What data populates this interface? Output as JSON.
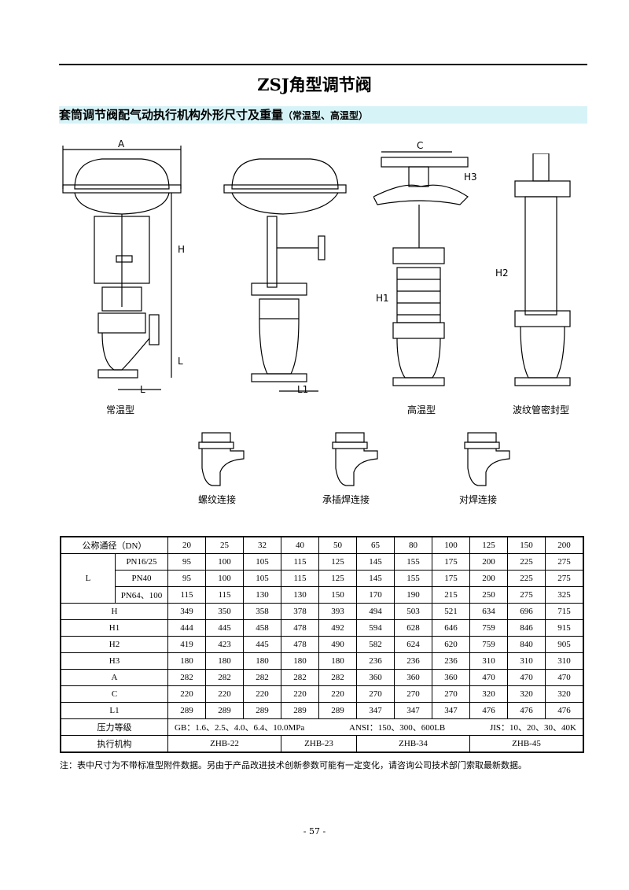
{
  "title": "ZSJ角型调节阀",
  "section": {
    "main": "套筒调节阀配气动执行机构外形尺寸及重量",
    "sub": "（常温型、高温型）"
  },
  "diagram_labels": {
    "A": "A",
    "H": "H",
    "L": "L",
    "L1": "L1",
    "C": "C",
    "H1": "H1",
    "H2": "H2",
    "H3": "H3"
  },
  "captions": {
    "normal": "常温型",
    "high": "高温型",
    "bellows": "波纹管密封型",
    "thread": "螺纹连接",
    "socket": "承插焊连接",
    "butt": "对焊连接"
  },
  "table": {
    "dn_label": "公称通径（DN）",
    "dn": [
      "20",
      "25",
      "32",
      "40",
      "50",
      "65",
      "80",
      "100",
      "125",
      "150",
      "200"
    ],
    "L_label": "L",
    "L_rows": [
      {
        "label": "PN16/25",
        "values": [
          "95",
          "100",
          "105",
          "115",
          "125",
          "145",
          "155",
          "175",
          "200",
          "225",
          "275"
        ]
      },
      {
        "label": "PN40",
        "values": [
          "95",
          "100",
          "105",
          "115",
          "125",
          "145",
          "155",
          "175",
          "200",
          "225",
          "275"
        ]
      },
      {
        "label": "PN64、100",
        "values": [
          "115",
          "115",
          "130",
          "130",
          "150",
          "170",
          "190",
          "215",
          "250",
          "275",
          "325"
        ]
      }
    ],
    "rows": [
      {
        "label": "H",
        "values": [
          "349",
          "350",
          "358",
          "378",
          "393",
          "494",
          "503",
          "521",
          "634",
          "696",
          "715"
        ]
      },
      {
        "label": "H1",
        "values": [
          "444",
          "445",
          "458",
          "478",
          "492",
          "594",
          "628",
          "646",
          "759",
          "846",
          "915"
        ]
      },
      {
        "label": "H2",
        "values": [
          "419",
          "423",
          "445",
          "478",
          "490",
          "582",
          "624",
          "620",
          "759",
          "840",
          "905"
        ]
      },
      {
        "label": "H3",
        "values": [
          "180",
          "180",
          "180",
          "180",
          "180",
          "236",
          "236",
          "236",
          "310",
          "310",
          "310"
        ]
      },
      {
        "label": "A",
        "values": [
          "282",
          "282",
          "282",
          "282",
          "282",
          "360",
          "360",
          "360",
          "470",
          "470",
          "470"
        ]
      },
      {
        "label": "C",
        "values": [
          "220",
          "220",
          "220",
          "220",
          "220",
          "270",
          "270",
          "270",
          "320",
          "320",
          "320"
        ]
      },
      {
        "label": "L1",
        "values": [
          "289",
          "289",
          "289",
          "289",
          "289",
          "347",
          "347",
          "347",
          "476",
          "476",
          "476"
        ]
      }
    ],
    "pressure_label": "压力等级",
    "pressure": [
      "GB：1.6、2.5、4.0、6.4、10.0MPa",
      "ANSI：150、300、600LB",
      "JIS：10、20、30、40K"
    ],
    "actuator_label": "执行机构",
    "actuators": [
      "ZHB-22",
      "ZHB-23",
      "ZHB-34",
      "ZHB-45"
    ]
  },
  "note": "注：表中尺寸为不带标准型附件数据。另由于产品改进技术创新参数可能有一定变化，请咨询公司技术部门索取最新数据。",
  "page_number": "- 57 -"
}
